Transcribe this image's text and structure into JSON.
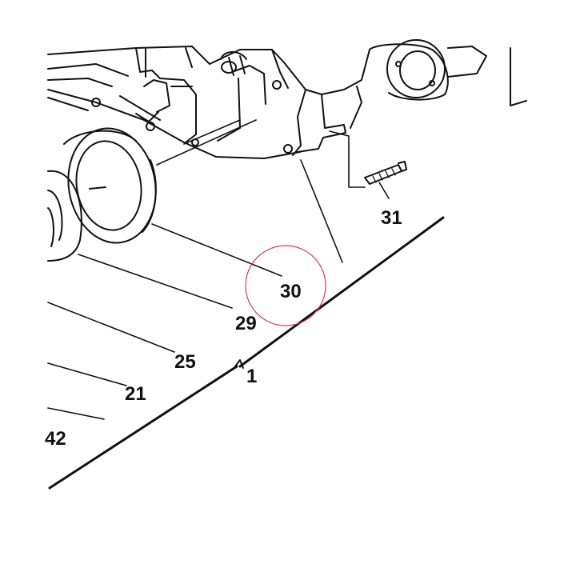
{
  "diagram": {
    "callouts": {
      "c31": "31",
      "c30": "30",
      "c29": "29",
      "c25": "25",
      "c21": "21",
      "c1": "1",
      "c42": "42"
    },
    "highlight": {
      "target": "30",
      "color": "#d83a4a"
    },
    "line_color": "#111111"
  }
}
